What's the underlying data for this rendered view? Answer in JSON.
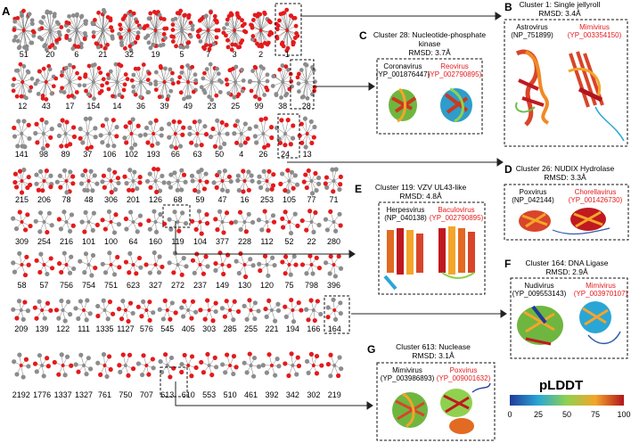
{
  "panel_a": {
    "letter": "A",
    "rows": [
      [
        "51",
        "20",
        "6",
        "21",
        "32",
        "19",
        "5",
        "7",
        "3",
        "2",
        "1"
      ],
      [
        "12",
        "43",
        "17",
        "154",
        "14",
        "36",
        "39",
        "49",
        "23",
        "25",
        "99",
        "38",
        "28"
      ],
      [
        "141",
        "98",
        "89",
        "37",
        "106",
        "102",
        "193",
        "66",
        "63",
        "50",
        "4",
        "26",
        "24",
        "13"
      ],
      [
        "215",
        "206",
        "78",
        "48",
        "306",
        "201",
        "126",
        "68",
        "59",
        "47",
        "16",
        "253",
        "105",
        "77",
        "71"
      ],
      [
        "309",
        "254",
        "216",
        "101",
        "100",
        "64",
        "160",
        "119",
        "104",
        "377",
        "228",
        "112",
        "52",
        "22",
        "280"
      ],
      [
        "58",
        "57",
        "756",
        "754",
        "751",
        "623",
        "327",
        "272",
        "237",
        "149",
        "130",
        "120",
        "75",
        "798",
        "396"
      ],
      [
        "209",
        "139",
        "122",
        "111",
        "1335",
        "1127",
        "576",
        "545",
        "405",
        "303",
        "285",
        "255",
        "221",
        "194",
        "166",
        "164"
      ],
      [
        "2192",
        "1776",
        "1337",
        "1327",
        "761",
        "750",
        "707",
        "613",
        "610",
        "553",
        "510",
        "461",
        "392",
        "342",
        "302",
        "219"
      ]
    ]
  },
  "panels": {
    "b": {
      "letter": "B",
      "title": "Cluster 1: Single jellyroll",
      "rmsd": "RMSD: 3.4Å",
      "left_name": "Astrovirus",
      "left_id": "(NP_751899)",
      "right_name": "Mimivirus",
      "right_id": "(YP_003354150)"
    },
    "c": {
      "letter": "C",
      "title": "Cluster 28: Nucleotide-phosphate",
      "title2": "kinase",
      "rmsd": "RMSD: 3.7Å",
      "left_name": "Coronavirus",
      "left_id": "(YP_001876447)",
      "right_name": "Reovirus",
      "right_id": "(YP_002790895)"
    },
    "d": {
      "letter": "D",
      "title": "Cluster 26: NUDIX Hydrolase",
      "rmsd": "RMSD: 3.3Å",
      "left_name": "Poxvirus",
      "left_id": "(NP_042144)",
      "right_name": "Chorellavirus",
      "right_id": "(YP_001426730)"
    },
    "e": {
      "letter": "E",
      "title": "Cluster 119: VZV UL43-like",
      "rmsd": "RMSD: 4.8Å",
      "left_name": "Herpesvirus",
      "left_id": "(NP_040138)",
      "right_name": "Baculovirus",
      "right_id": "(YP_002790895)"
    },
    "f": {
      "letter": "F",
      "title": "Cluster 164: DNA Ligase",
      "rmsd": "RMSD: 2.9Å",
      "left_name": "Nudivirus",
      "left_id": "(YP_009553143)",
      "right_name": "Mimivirus",
      "right_id": "(YP_003970107)"
    },
    "g": {
      "letter": "G",
      "title": "Cluster 613: Nuclease",
      "rmsd": "RMSD: 3.1Å",
      "left_name": "Mimivirus",
      "left_id": "(YP_003986893)",
      "right_name": "Poxvirus",
      "right_id": "(YP_009001632)"
    }
  },
  "legend": {
    "title": "pLDDT",
    "ticks": [
      "0",
      "25",
      "50",
      "75",
      "100"
    ]
  },
  "colors": {
    "red": "#e41a1c",
    "gray": "#8c8c8c",
    "accent_text": "#e41a1c"
  }
}
